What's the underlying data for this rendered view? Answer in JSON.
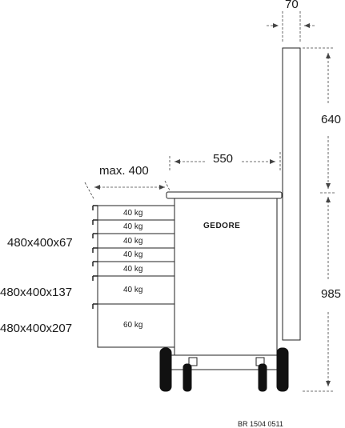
{
  "dimensions": {
    "top_width": "70",
    "mast_height": "640",
    "cabinet_height": "985",
    "cabinet_depth": "550",
    "drawer_extension": "max. 400"
  },
  "drawer_sizes": {
    "small": "480x400x67",
    "medium": "480x400x137",
    "large": "480x400x207"
  },
  "drawer_loads": [
    "40 kg",
    "40 kg",
    "40 kg",
    "40 kg",
    "40 kg",
    "40 kg",
    "60 kg"
  ],
  "brand": "GEDORE",
  "reference": "BR 1504 0511"
}
